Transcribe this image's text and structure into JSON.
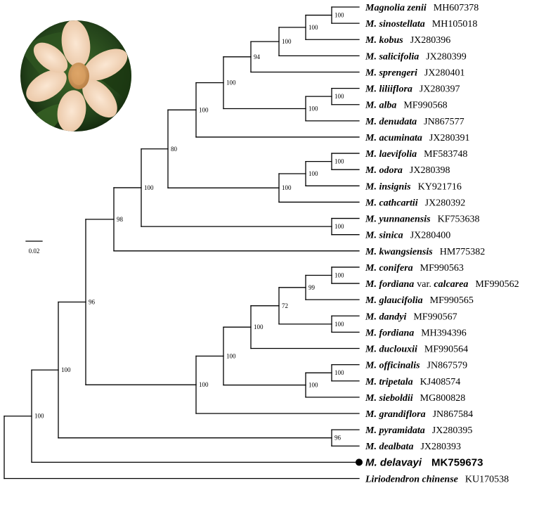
{
  "figure": {
    "photo_icon": "magnolia-flower-photo",
    "scale_bar_label": "0.02",
    "highlight_marker": "filled-circle"
  },
  "taxa": [
    {
      "name": "Magnolia zenii",
      "accession": "MH607378"
    },
    {
      "name": "M. sinostellata",
      "accession": "MH105018"
    },
    {
      "name": "M. kobus",
      "accession": "JX280396"
    },
    {
      "name": "M. salicifolia",
      "accession": "JX280399"
    },
    {
      "name": "M. sprengeri",
      "accession": "JX280401"
    },
    {
      "name": "M. liliiflora",
      "accession": "JX280397"
    },
    {
      "name": "M. alba",
      "accession": "MF990568"
    },
    {
      "name": "M. denudata",
      "accession": "JN867577"
    },
    {
      "name": "M. acuminata",
      "accession": "JX280391"
    },
    {
      "name": "M. laevifolia",
      "accession": "MF583748"
    },
    {
      "name": "M. odora",
      "accession": "JX280398"
    },
    {
      "name": "M. insignis",
      "accession": "KY921716"
    },
    {
      "name": "M. cathcartii",
      "accession": "JX280392"
    },
    {
      "name": "M. yunnanensis",
      "accession": "KF753638"
    },
    {
      "name": "M. sinica",
      "accession": "JX280400"
    },
    {
      "name": "M. kwangsiensis",
      "accession": "HM775382"
    },
    {
      "name": "M. conifera",
      "accession": "MF990563"
    },
    {
      "name": "M. fordiana",
      "variety": "var. calcarea",
      "accession": "MF990562"
    },
    {
      "name": "M. glaucifolia",
      "accession": "MF990565"
    },
    {
      "name": "M. dandyi",
      "accession": "MF990567"
    },
    {
      "name": "M. fordiana",
      "accession": "MH394396"
    },
    {
      "name": "M. duclouxii",
      "accession": "MF990564"
    },
    {
      "name": "M. officinalis",
      "accession": "JN867579"
    },
    {
      "name": "M. tripetala",
      "accession": "KJ408574"
    },
    {
      "name": "M. sieboldii",
      "accession": "MG800828"
    },
    {
      "name": "M. grandiflora",
      "accession": "JN867584"
    },
    {
      "name": "M. pyramidata",
      "accession": "JX280395"
    },
    {
      "name": "M. dealbata",
      "accession": "JX280393"
    },
    {
      "name": "M. delavayi",
      "accession": "MK759673",
      "highlight": true
    },
    {
      "name": "Liriodendron chinense",
      "accession": "KU170538"
    }
  ],
  "support_values": [
    {
      "node": "zenii-sinostellata",
      "value": "100"
    },
    {
      "node": "zenii-kobus",
      "value": "100"
    },
    {
      "node": "zenii-salicifolia",
      "value": "100"
    },
    {
      "node": "zenii-sprengeri",
      "value": "94"
    },
    {
      "node": "liliiflora-alba",
      "value": "100"
    },
    {
      "node": "liliiflora-denudata",
      "value": "100"
    },
    {
      "node": "yulania",
      "value": "100"
    },
    {
      "node": "yulania-acuminata",
      "value": "100"
    },
    {
      "node": "laevifolia-odora",
      "value": "100"
    },
    {
      "node": "laevifolia-insignis",
      "value": "100"
    },
    {
      "node": "laevifolia-cathcartii",
      "value": "100"
    },
    {
      "node": "upper-80",
      "value": "80"
    },
    {
      "node": "yunnanensis-sinica",
      "value": "100"
    },
    {
      "node": "upper-100",
      "value": "100"
    },
    {
      "node": "upper-98",
      "value": "98"
    },
    {
      "node": "conifera-calcarea",
      "value": "100"
    },
    {
      "node": "conifera-glaucifolia",
      "value": "99"
    },
    {
      "node": "dandyi-fordiana",
      "value": "100"
    },
    {
      "node": "manglietia-72",
      "value": "72"
    },
    {
      "node": "manglietia-duclouxii",
      "value": "100"
    },
    {
      "node": "officinalis-tripetala",
      "value": "100"
    },
    {
      "node": "officinalis-sieboldii",
      "value": "100"
    },
    {
      "node": "lower-100",
      "value": "100"
    },
    {
      "node": "lower-grandiflora",
      "value": "100"
    },
    {
      "node": "ingroup-96",
      "value": "96"
    },
    {
      "node": "pyramidata-dealbata",
      "value": "96"
    },
    {
      "node": "ingroup-100",
      "value": "100"
    },
    {
      "node": "root-100",
      "value": "100"
    }
  ]
}
